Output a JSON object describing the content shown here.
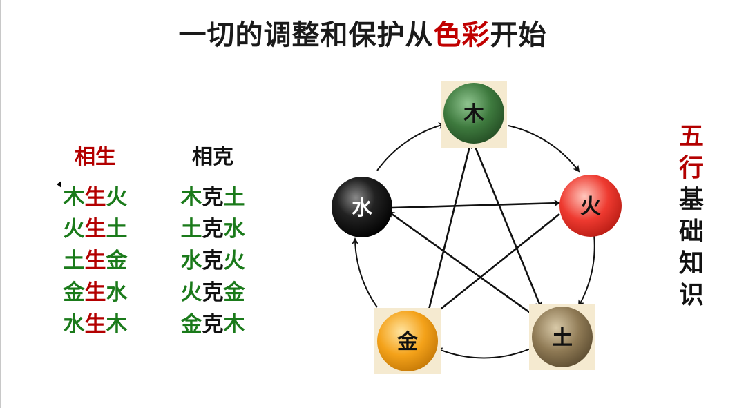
{
  "title": {
    "before": "一切的调整和保护从",
    "accent": "色彩",
    "after": "开始"
  },
  "sheng": {
    "heading": "相生",
    "rows": [
      [
        "木",
        "生",
        "火"
      ],
      [
        "火",
        "生",
        "土"
      ],
      [
        "土",
        "生",
        "金"
      ],
      [
        "金",
        "生",
        "水"
      ],
      [
        "水",
        "生",
        "木"
      ]
    ]
  },
  "ke": {
    "heading": "相克",
    "rows": [
      [
        "木",
        "克",
        "土"
      ],
      [
        "土",
        "克",
        "水"
      ],
      [
        "水",
        "克",
        "火"
      ],
      [
        "火",
        "克",
        "金"
      ],
      [
        "金",
        "克",
        "木"
      ]
    ]
  },
  "side_label": [
    "五",
    "行",
    "基",
    "础",
    "知",
    "识"
  ],
  "elements": {
    "wood": {
      "label": "木",
      "color": "#3e7a3e"
    },
    "fire": {
      "label": "火",
      "color": "#e8352e"
    },
    "earth": {
      "label": "土",
      "color": "#8f7a55"
    },
    "metal": {
      "label": "金",
      "color": "#f4a21a"
    },
    "water": {
      "label": "水",
      "color": "#1a1a1a"
    }
  },
  "colors": {
    "accent_red": "#c00000",
    "green_text": "#1a7a1a",
    "dark_text": "#111111"
  }
}
